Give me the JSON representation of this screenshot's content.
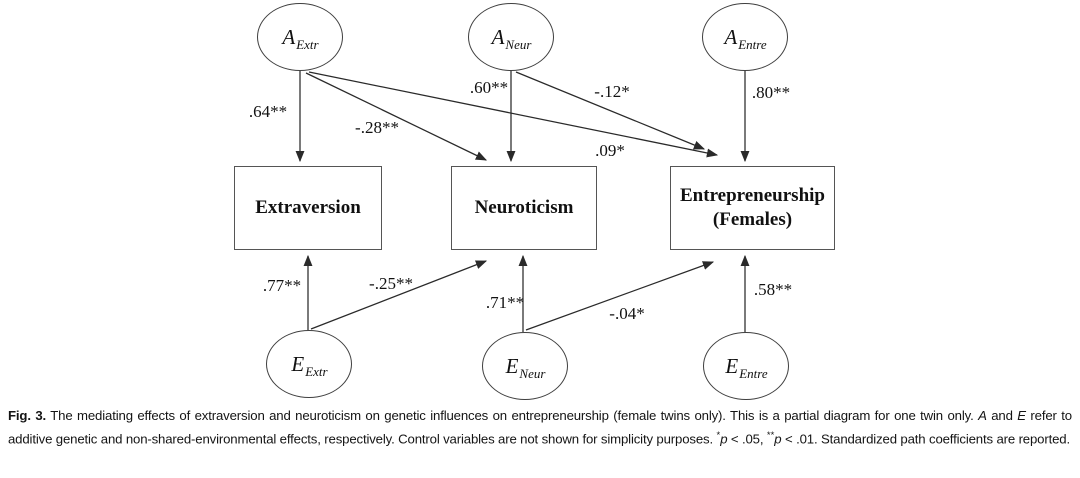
{
  "figure": {
    "type": "path-diagram",
    "colors": {
      "background": "#ffffff",
      "line": "#2a2a2a",
      "node_border": "#4a4a4a",
      "text": "#111111"
    }
  },
  "diagram": {
    "latent_nodes": [
      {
        "id": "a-extr",
        "symbol": "A",
        "sub": "Extr"
      },
      {
        "id": "a-neur",
        "symbol": "A",
        "sub": "Neur"
      },
      {
        "id": "a-entre",
        "symbol": "A",
        "sub": "Entre"
      },
      {
        "id": "e-extr",
        "symbol": "E",
        "sub": "Extr"
      },
      {
        "id": "e-neur",
        "symbol": "E",
        "sub": "Neur"
      },
      {
        "id": "e-entre",
        "symbol": "E",
        "sub": "Entre"
      }
    ],
    "observed_nodes": [
      {
        "id": "extraversion",
        "label": "Extraversion"
      },
      {
        "id": "neuroticism",
        "label": "Neuroticism"
      },
      {
        "id": "entrepreneurship",
        "label": "Entrepreneurship",
        "label2": "(Females)"
      }
    ],
    "paths": [
      {
        "from": "A_Extr",
        "to": "Extraversion",
        "coefficient": ".64**"
      },
      {
        "from": "A_Extr",
        "to": "Neuroticism",
        "coefficient": "-.28**"
      },
      {
        "from": "A_Extr",
        "to": "Entrepreneurship",
        "coefficient": ".09*"
      },
      {
        "from": "A_Neur",
        "to": "Neuroticism",
        "coefficient": ".60**"
      },
      {
        "from": "A_Neur",
        "to": "Entrepreneurship",
        "coefficient": "-.12*"
      },
      {
        "from": "A_Entre",
        "to": "Entrepreneurship",
        "coefficient": ".80**"
      },
      {
        "from": "E_Extr",
        "to": "Extraversion",
        "coefficient": ".77**"
      },
      {
        "from": "E_Extr",
        "to": "Neuroticism",
        "coefficient": "-.25**"
      },
      {
        "from": "E_Neur",
        "to": "Neuroticism",
        "coefficient": ".71**"
      },
      {
        "from": "E_Neur",
        "to": "Entrepreneurship",
        "coefficient": "-.04*"
      },
      {
        "from": "E_Entre",
        "to": "Entrepreneurship",
        "coefficient": ".58**"
      }
    ]
  },
  "caption": {
    "segments": [
      {
        "text": "Fig. 3.",
        "style": "bold"
      },
      {
        "text": " The mediating effects of extraversion and neuroticism on genetic influences on entrepreneurship (female twins only). This is a partial diagram for one twin only. ",
        "style": "normal"
      },
      {
        "text": "A",
        "style": "italic"
      },
      {
        "text": " and ",
        "style": "normal"
      },
      {
        "text": "E",
        "style": "italic"
      },
      {
        "text": " refer to additive genetic and non-shared-environmental effects, respectively. Control variables are not shown for simplicity purposes. ",
        "style": "normal"
      },
      {
        "text": "*",
        "style": "sup"
      },
      {
        "text": "p",
        "style": "italic"
      },
      {
        "text": " < .05, ",
        "style": "normal"
      },
      {
        "text": "**",
        "style": "sup"
      },
      {
        "text": "p",
        "style": "italic"
      },
      {
        "text": " < .01. Standardized path",
        "style": "normal"
      },
      {
        "text": " coefficients are reported.",
        "style": "normal"
      }
    ]
  }
}
